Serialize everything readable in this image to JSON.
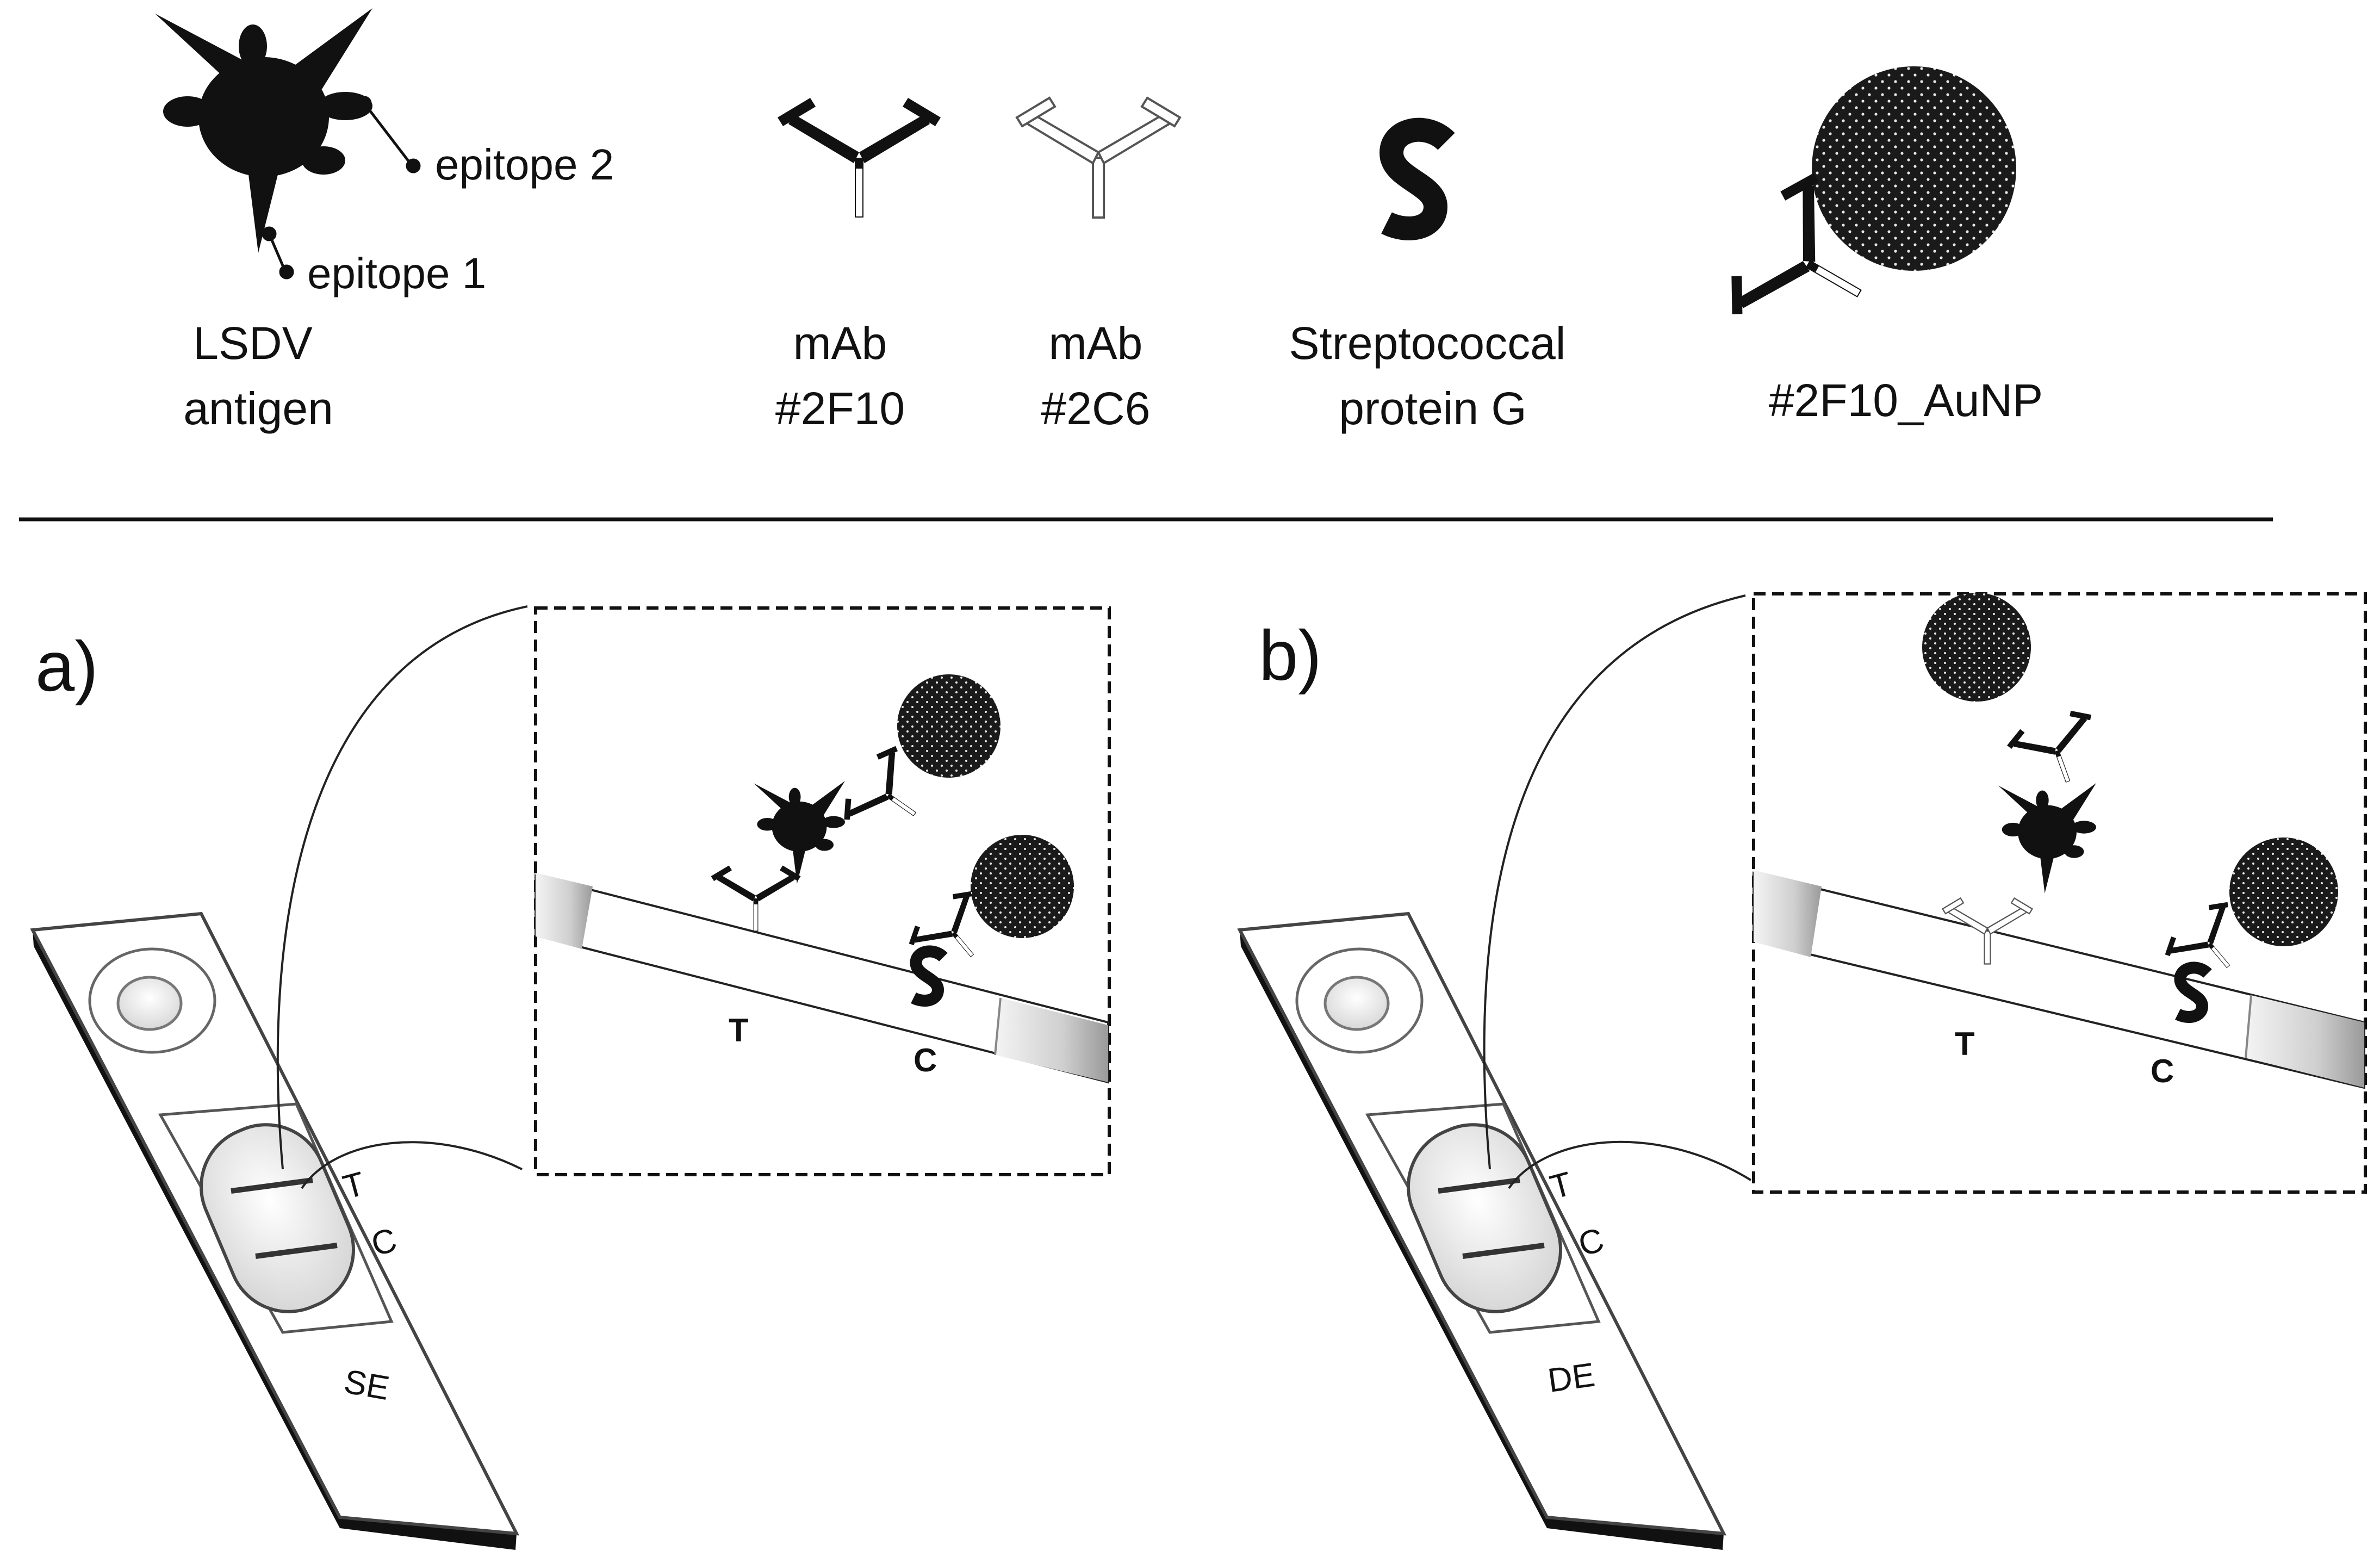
{
  "legend": {
    "lsdv_line1": "LSDV",
    "lsdv_line2": "antigen",
    "epitope1": "epitope 1",
    "epitope2": "epitope 2",
    "mab1_line1": "mAb",
    "mab1_line2": "#2F10",
    "mab2_line1": "mAb",
    "mab2_line2": "#2C6",
    "protein_line1": "Streptococcal",
    "protein_line2": "protein G",
    "aunp": "#2F10_AuNP"
  },
  "panel_a": {
    "label": "a)",
    "strip_t": "T",
    "strip_c": "C",
    "strip_name": "SE",
    "zoom_t": "T",
    "zoom_c": "C"
  },
  "panel_b": {
    "label": "b)",
    "strip_t": "T",
    "strip_c": "C",
    "strip_name": "DE",
    "zoom_t": "T",
    "zoom_c": "C"
  },
  "colors": {
    "ink": "#111111",
    "nanoparticle": "#1a1a1a",
    "strip_outline": "#444444"
  },
  "icons": [
    "lsdv-antigen-icon",
    "antibody-icon",
    "protein-g-icon",
    "gold-nanoparticle-icon",
    "lateral-flow-strip-icon"
  ]
}
